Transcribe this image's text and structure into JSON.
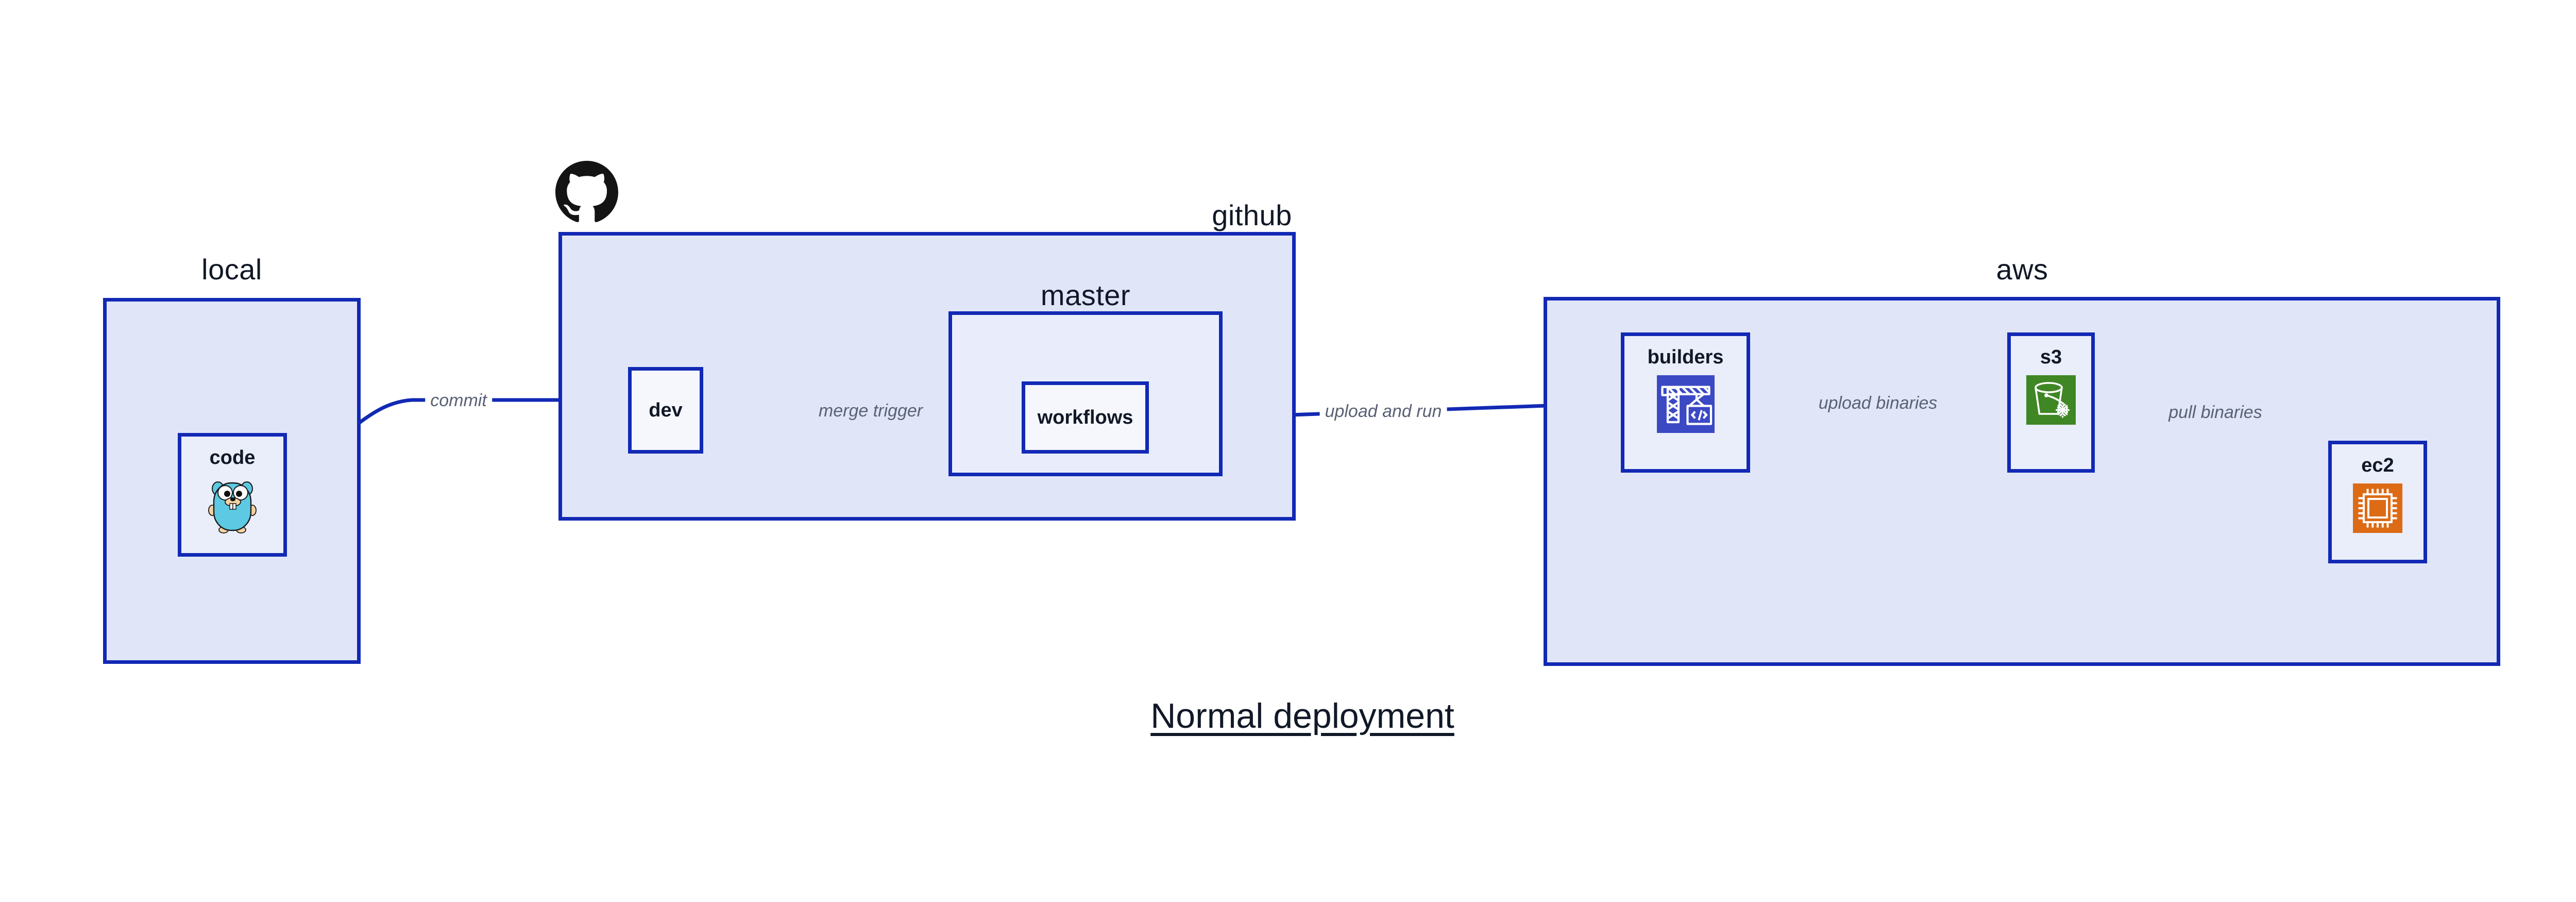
{
  "diagram": {
    "title": "Normal deployment",
    "background": "#ffffff",
    "accent_border": "#1229b5",
    "group_fill": "#e0e6f8",
    "group_fill_level2": "#e9edfb",
    "node_fill": "#eaeefb",
    "node_fill_white": "#f5f7fd",
    "label_color": "#111827",
    "edge_label_color": "#5a6175"
  },
  "groups": {
    "local": {
      "label": "local"
    },
    "github": {
      "label": "github"
    },
    "master": {
      "label": "master"
    },
    "aws": {
      "label": "aws"
    }
  },
  "nodes": {
    "code": {
      "label": "code",
      "icon": "go-gopher-icon"
    },
    "dev": {
      "label": "dev",
      "icon": "none"
    },
    "workflows": {
      "label": "workflows",
      "icon": "none"
    },
    "builders": {
      "label": "builders",
      "icon": "aws-builders-crane-icon",
      "icon_color": "#3b49c4"
    },
    "s3": {
      "label": "s3",
      "icon": "aws-s3-bucket-icon",
      "icon_color": "#3f8624"
    },
    "ec2": {
      "label": "ec2",
      "icon": "aws-ec2-chip-icon",
      "icon_color": "#dd6b16"
    }
  },
  "edges": {
    "commit": {
      "label": "commit",
      "from": "code",
      "to": "dev"
    },
    "merge_trigger": {
      "label": "merge trigger",
      "from": "dev",
      "to": "workflows"
    },
    "upload_and_run": {
      "label": "upload and run",
      "from": "workflows",
      "to": "builders"
    },
    "upload_binaries": {
      "label": "upload binaries",
      "from": "builders",
      "to": "s3"
    },
    "pull_binaries": {
      "label": "pull binaries",
      "from": "s3",
      "to": "ec2"
    }
  },
  "logos": {
    "github_octocat": "github-octocat-icon"
  }
}
